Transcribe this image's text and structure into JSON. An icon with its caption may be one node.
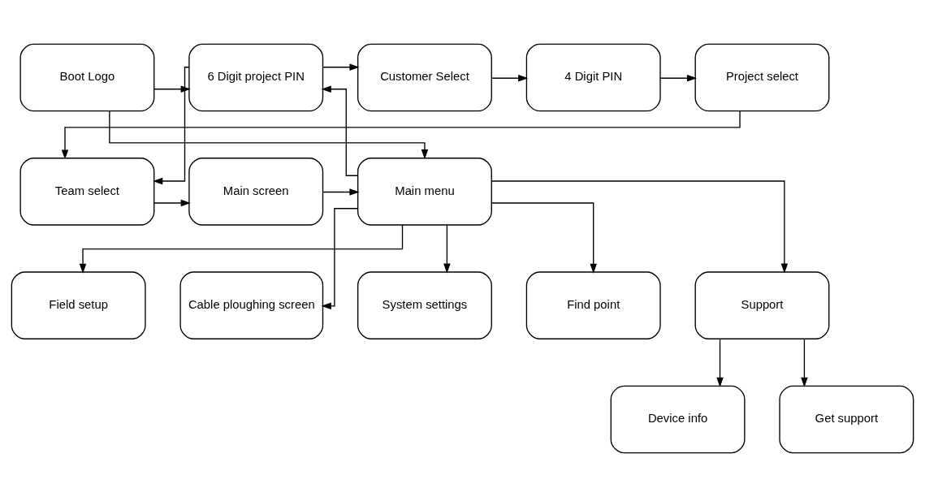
{
  "diagram": {
    "nodes": [
      {
        "text": [
          "Boot Logo"
        ]
      },
      {
        "text": [
          "6 Digit project PIN"
        ]
      },
      {
        "text": [
          "Customer Select"
        ]
      },
      {
        "text": [
          "4 Digit PIN"
        ]
      },
      {
        "text": [
          "Project select"
        ]
      },
      {
        "text": [
          "Team select"
        ]
      },
      {
        "text": [
          "Main screen"
        ]
      },
      {
        "text": [
          "Main menu"
        ]
      },
      {
        "text": [
          "Field setup"
        ]
      },
      {
        "text": [
          "Cable ploughing screen"
        ]
      },
      {
        "text": [
          "System settings"
        ]
      },
      {
        "text": [
          "Find point"
        ]
      },
      {
        "text": [
          "Support"
        ]
      },
      {
        "text": [
          "Device info"
        ]
      },
      {
        "text": [
          "Get support"
        ]
      }
    ],
    "edges": [
      {
        "from": 0,
        "to": 1,
        "arrow": "to"
      },
      {
        "from": 1,
        "to": 2,
        "arrow": "to"
      },
      {
        "from": 2,
        "to": 3,
        "arrow": "to"
      },
      {
        "from": 3,
        "to": 4,
        "arrow": "to"
      },
      {
        "from": 4,
        "to": 5,
        "arrow": "to"
      },
      {
        "from": 1,
        "to": 5,
        "arrow": "to"
      },
      {
        "from": 5,
        "to": 6,
        "arrow": "to"
      },
      {
        "from": 6,
        "to": 7,
        "arrow": "to"
      },
      {
        "from": 0,
        "to": 7,
        "arrow": "to"
      },
      {
        "from": 7,
        "to": 1,
        "arrow": "to"
      },
      {
        "from": 7,
        "to": 8,
        "arrow": "to"
      },
      {
        "from": 7,
        "to": 9,
        "arrow": "to"
      },
      {
        "from": 7,
        "to": 10,
        "arrow": "to"
      },
      {
        "from": 7,
        "to": 11,
        "arrow": "to"
      },
      {
        "from": 7,
        "to": 12,
        "arrow": "to"
      },
      {
        "from": 12,
        "to": 13,
        "arrow": "to"
      },
      {
        "from": 12,
        "to": 14,
        "arrow": "to"
      }
    ]
  }
}
